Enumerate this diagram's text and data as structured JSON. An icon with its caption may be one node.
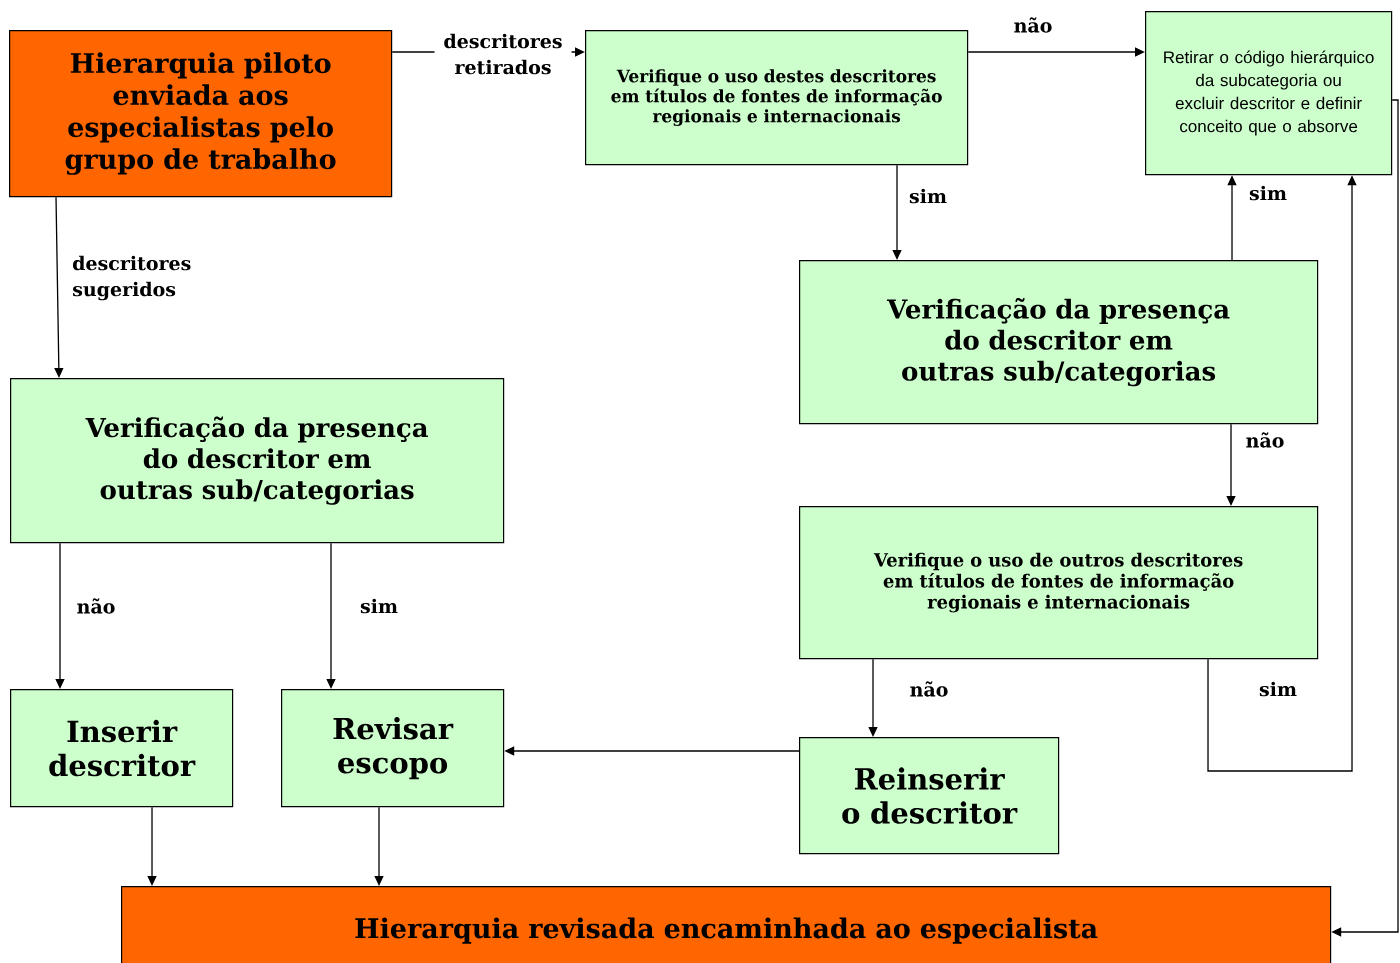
{
  "diagram": {
    "nodes": [
      {
        "text": [
          "Hierarquia piloto enviada aos especialistas pelo grupo de trabalho"
        ]
      },
      {
        "text": [
          "Verifique o uso destes descritores em títulos de fontes de informação regionais e internacionais"
        ]
      },
      {
        "text": [
          "Retirar o código hierárquico da subcategoria ou excluir descritor e definir conceito que o absorve"
        ]
      },
      {
        "text": [
          "Verificação da presença do descritor em outras sub/categorias"
        ]
      },
      {
        "text": [
          "Verificação da presença do descritor em outras sub/categorias"
        ]
      },
      {
        "text": [
          "Verifique o uso de outros descritores em títulos de fontes de informação regionais e internacionais"
        ]
      },
      {
        "text": [
          "Inserir descritor"
        ]
      },
      {
        "text": [
          "Revisar escopo"
        ]
      },
      {
        "text": [
          "Reinserir o descritor"
        ]
      },
      {
        "text": [
          "Hierarquia revisada encaminhada ao especialista"
        ]
      }
    ],
    "edges": [
      {
        "from": 0,
        "to": 1,
        "arrow": "to",
        "label": "descritores retirados"
      },
      {
        "from": 1,
        "to": 2,
        "arrow": "to",
        "label": "não"
      },
      {
        "from": 1,
        "to": 3,
        "arrow": "to",
        "label": "sim"
      },
      {
        "from": 3,
        "to": 2,
        "arrow": "to",
        "label": "sim"
      },
      {
        "from": 3,
        "to": 5,
        "arrow": "to",
        "label": "não"
      },
      {
        "from": 0,
        "to": 4,
        "arrow": "to",
        "label": "descritores sugeridos"
      },
      {
        "from": 4,
        "to": 6,
        "arrow": "to",
        "label": "não"
      },
      {
        "from": 4,
        "to": 7,
        "arrow": "to",
        "label": "sim"
      },
      {
        "from": 5,
        "to": 8,
        "arrow": "to",
        "label": "não"
      },
      {
        "from": 5,
        "to": 2,
        "arrow": "to",
        "label": "sim"
      },
      {
        "from": 8,
        "to": 7,
        "arrow": "to"
      },
      {
        "from": 6,
        "to": 9,
        "arrow": "to"
      },
      {
        "from": 7,
        "to": 9,
        "arrow": "to"
      },
      {
        "from": 2,
        "to": 9,
        "arrow": "to"
      }
    ]
  }
}
